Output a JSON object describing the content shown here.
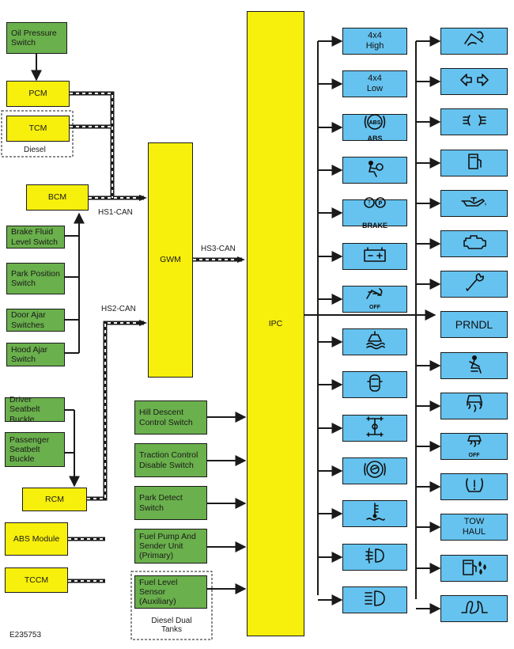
{
  "modules": {
    "oil_pressure_switch": "Oil Pressure Switch",
    "pcm": "PCM",
    "tcm": "TCM",
    "diesel_note": "Diesel",
    "bcm": "BCM",
    "brake_fluid_level_switch": "Brake Fluid Level Switch",
    "park_position_switch": "Park Position Switch",
    "door_ajar_switches": "Door Ajar Switches",
    "hood_ajar_switch": "Hood Ajar Switch",
    "driver_seatbelt_buckle": "Driver Seatbelt Buckle",
    "passenger_seatbelt_buckle": "Passenger Seatbelt Buckle",
    "rcm": "RCM",
    "abs_module": "ABS Module",
    "tccm": "TCCM",
    "gwm": "GWM",
    "ipc": "IPC",
    "hill_descent_control_switch": "Hill Descent Control Switch",
    "traction_control_disable_switch": "Traction Control Disable Switch",
    "park_detect_switch": "Park Detect Switch",
    "fuel_pump_sender_unit": "Fuel Pump And Sender Unit (Primary)",
    "fuel_level_sensor": "Fuel Level Sensor (Auxiliary)",
    "diesel_dual_tanks": "Diesel Dual Tanks"
  },
  "buses": {
    "hs1": "HS1-CAN",
    "hs2": "HS2-CAN",
    "hs3": "HS3-CAN"
  },
  "indicators_left": [
    {
      "text": "4x4\nHigh",
      "icon": "text"
    },
    {
      "text": "4x4\nLow",
      "icon": "text"
    },
    {
      "text": "ABS",
      "icon": "abs-icon"
    },
    {
      "text": "",
      "icon": "airbag-icon"
    },
    {
      "text": "BRAKE",
      "icon": "brake-warning-icon"
    },
    {
      "text": "",
      "icon": "battery-icon"
    },
    {
      "text": "OFF",
      "icon": "hill-descent-off-icon"
    },
    {
      "text": "",
      "icon": "wading-icon"
    },
    {
      "text": "",
      "icon": "vehicle-top-view-icon"
    },
    {
      "text": "",
      "icon": "differential-lock-icon"
    },
    {
      "text": "",
      "icon": "steering-wheel-icon"
    },
    {
      "text": "",
      "icon": "coolant-temperature-icon"
    },
    {
      "text": "",
      "icon": "front-fog-lamp-icon"
    },
    {
      "text": "",
      "icon": "high-beam-icon"
    }
  ],
  "indicators_right": [
    {
      "text": "",
      "icon": "hill-descent-icon"
    },
    {
      "text": "",
      "icon": "turn-signals-icon"
    },
    {
      "text": "",
      "icon": "side-lamps-icon"
    },
    {
      "text": "",
      "icon": "low-fuel-icon"
    },
    {
      "text": "",
      "icon": "oil-pressure-icon"
    },
    {
      "text": "",
      "icon": "check-engine-icon"
    },
    {
      "text": "",
      "icon": "service-wrench-icon"
    },
    {
      "text": "PRNDL",
      "icon": "text"
    },
    {
      "text": "",
      "icon": "seatbelt-icon"
    },
    {
      "text": "",
      "icon": "traction-control-icon"
    },
    {
      "text": "OFF",
      "icon": "traction-control-off-icon"
    },
    {
      "text": "",
      "icon": "tire-pressure-icon"
    },
    {
      "text": "TOW\nHAUL",
      "icon": "text"
    },
    {
      "text": "",
      "icon": "water-in-fuel-icon"
    },
    {
      "text": "",
      "icon": "glow-plug-icon"
    }
  ],
  "figure_id": "E235753"
}
